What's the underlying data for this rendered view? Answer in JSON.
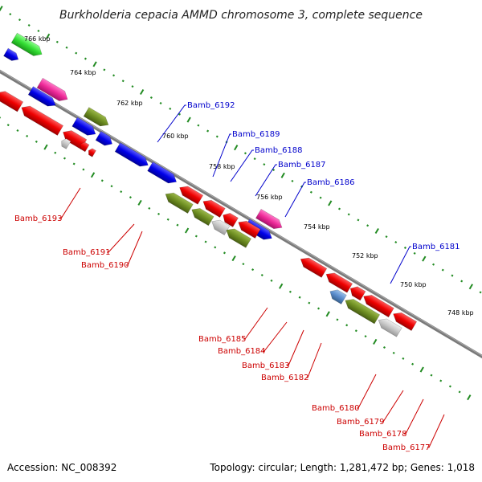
{
  "title": "Burkholderia cepacia AMMD chromosome 3, complete sequence",
  "footer": {
    "accession": "Accession: NC_008392",
    "summary": "Topology: circular; Length: 1,281,472 bp; Genes: 1,018"
  },
  "colors": {
    "forward_label": "#0000cc",
    "reverse_label": "#cc0000",
    "backbone": "#777777",
    "ticks": "#228b22"
  },
  "scale": {
    "unit": "kbp",
    "ticks": [
      {
        "kbp": 766,
        "label": "766 kbp"
      },
      {
        "kbp": 764,
        "label": "764 kbp"
      },
      {
        "kbp": 762,
        "label": "762 kbp"
      },
      {
        "kbp": 760,
        "label": "760 kbp"
      },
      {
        "kbp": 758,
        "label": "758 kbp"
      },
      {
        "kbp": 756,
        "label": "756 kbp"
      },
      {
        "kbp": 754,
        "label": "754 kbp"
      },
      {
        "kbp": 752,
        "label": "752 kbp"
      },
      {
        "kbp": 750,
        "label": "750 kbp"
      },
      {
        "kbp": 748,
        "label": "748 kbp"
      }
    ]
  },
  "gene_labels": {
    "forward": [
      "Bamb_6192",
      "Bamb_6189",
      "Bamb_6188",
      "Bamb_6187",
      "Bamb_6186",
      "Bamb_6181"
    ],
    "reverse": [
      "Bamb_6193",
      "Bamb_6191",
      "Bamb_6190",
      "Bamb_6185",
      "Bamb_6184",
      "Bamb_6183",
      "Bamb_6182",
      "Bamb_6180",
      "Bamb_6179",
      "Bamb_6178",
      "Bamb_6177"
    ]
  }
}
